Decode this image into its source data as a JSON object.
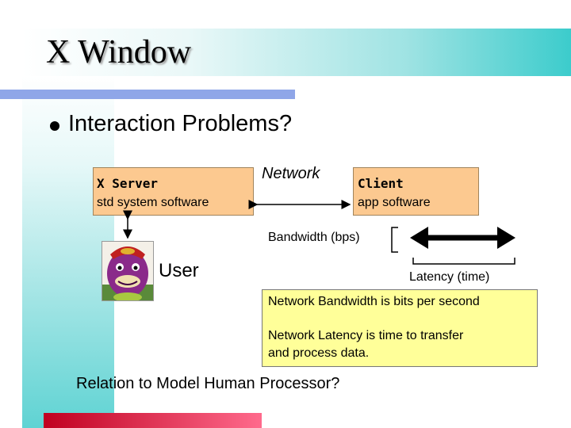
{
  "slide": {
    "title": "X Window",
    "bullet": "Interaction Problems?",
    "server": {
      "name": "X Server",
      "desc": "std system software"
    },
    "client": {
      "name": "Client",
      "desc": "app software"
    },
    "network_label": "Network",
    "bandwidth_label": "Bandwidth (bps)",
    "latency_label": "Latency (time)",
    "user_label": "User",
    "note_line1": "Network Bandwidth is bits per second",
    "note_line2": "Network Latency is time to transfer",
    "note_line3": "and process data.",
    "question": "Relation to Model Human Processor?"
  },
  "icons": {
    "user_avatar": "purple-dinosaur-avatar"
  },
  "colors": {
    "box_fill": "#fcc990",
    "note_fill": "#ffff99",
    "accent_teal": "#3ccccc",
    "rule_blue": "#8fa6e8"
  }
}
